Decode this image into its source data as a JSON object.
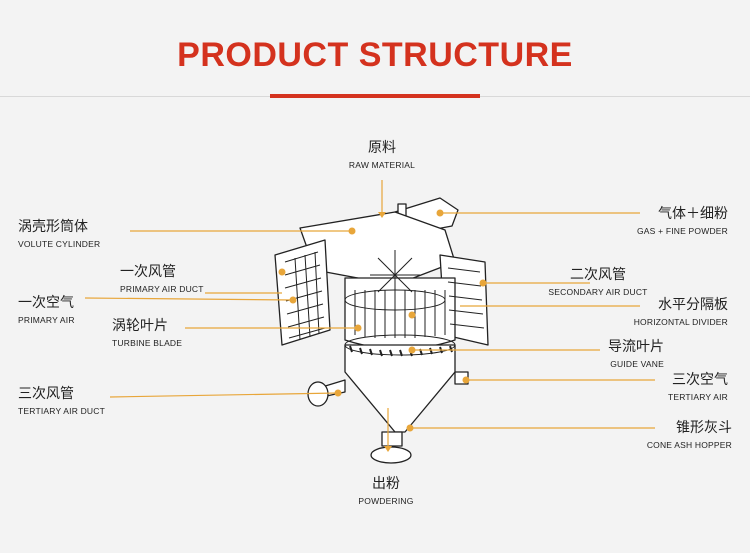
{
  "header": {
    "title": "PRODUCT STRUCTURE"
  },
  "accent_color": "#d4321e",
  "pointer_color": "#e8a63a",
  "labels": {
    "raw_material": {
      "zh": "原料",
      "en": "RAW MATERIAL"
    },
    "volute_cylinder": {
      "zh": "涡壳形筒体",
      "en": "VOLUTE CYLINDER"
    },
    "primary_air_duct": {
      "zh": "一次风管",
      "en": "PRIMARY AIR DUCT"
    },
    "primary_air": {
      "zh": "一次空气",
      "en": "PRIMARY AIR"
    },
    "turbine_blade": {
      "zh": "涡轮叶片",
      "en": "TURBINE BLADE"
    },
    "tertiary_air_duct": {
      "zh": "三次风管",
      "en": "TERTIARY AIR DUCT"
    },
    "gas_fine_powder": {
      "zh": "气体＋细粉",
      "en": "GAS + FINE POWDER"
    },
    "secondary_air_duct": {
      "zh": "二次风管",
      "en": "SECONDARY AIR DUCT"
    },
    "horizontal_divider": {
      "zh": "水平分隔板",
      "en": "HORIZONTAL DIVIDER"
    },
    "guide_vane": {
      "zh": "导流叶片",
      "en": "GUIDE VANE"
    },
    "tertiary_air": {
      "zh": "三次空气",
      "en": "TERTIARY AIR"
    },
    "cone_ash_hopper": {
      "zh": "锥形灰斗",
      "en": "CONE ASH HOPPER"
    },
    "powdering": {
      "zh": "出粉",
      "en": "POWDERING"
    }
  }
}
